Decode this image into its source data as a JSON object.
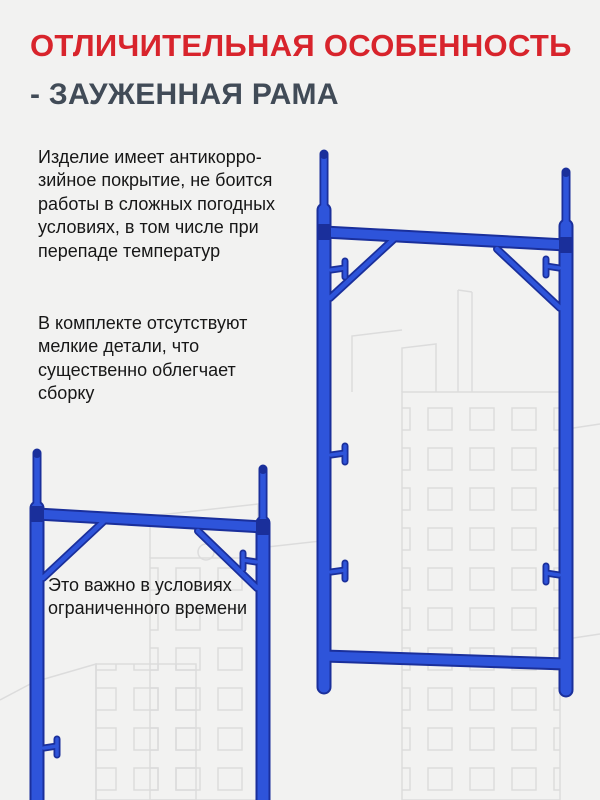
{
  "header": {
    "title": "ОТЛИЧИТЕЛЬНАЯ ОСОБЕННОСТЬ",
    "subtitle": "- ЗАУЖЕННАЯ РАМА"
  },
  "features": [
    {
      "text": "Изделие имеет антикорро-\nзийное покрытие, не боится\nработы в сложных погодных\nусловиях, в том числе при\nперепаде температур"
    },
    {
      "text": "В комплекте отсутствуют\nмелкие детали, что\nсущественно облегчает\nсборку"
    },
    {
      "text": "Это важно в условиях\nограниченного времени"
    }
  ],
  "colors": {
    "title_red": "#d8242c",
    "subtitle_slate": "#414b57",
    "frame_blue": "#2e54da",
    "frame_blue_dark": "#1a2f9b",
    "background": "#f2f2f1",
    "sketch_line": "#dcdcdc"
  }
}
